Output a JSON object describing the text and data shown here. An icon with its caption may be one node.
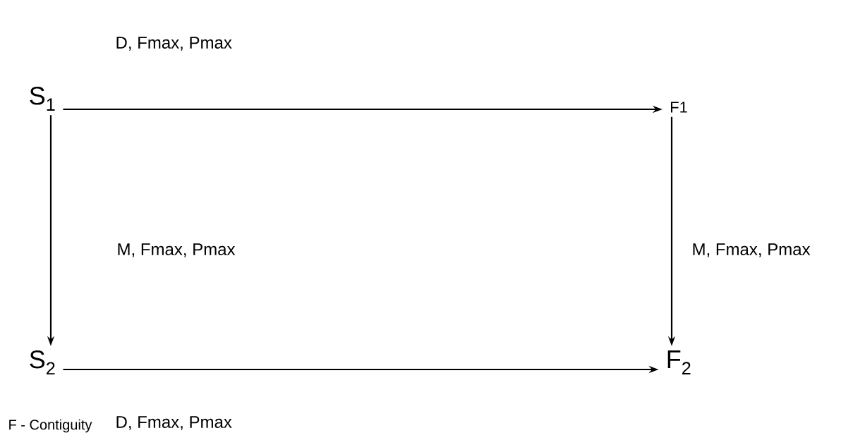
{
  "diagram": {
    "nodes": [
      {
        "text": [
          "S$_{1}$"
        ]
      },
      {
        "text": [
          "F1"
        ]
      },
      {
        "text": [
          "S$_{2}$"
        ]
      },
      {
        "text": [
          "F$_{2}$"
        ]
      }
    ],
    "edges": [
      {
        "from": 0,
        "to": 1,
        "arrow": "to",
        "label": "D, Fmax, Pmax"
      },
      {
        "from": 0,
        "to": 2,
        "arrow": "to",
        "label": "M, Fmax, Pmax"
      },
      {
        "from": 1,
        "to": 3,
        "arrow": "to",
        "label": "M, Fmax, Pmax"
      },
      {
        "from": 2,
        "to": 3,
        "arrow": "to",
        "label": "D, Fmax, Pmax"
      }
    ],
    "labels": [
      "F - Contiguity"
    ]
  }
}
